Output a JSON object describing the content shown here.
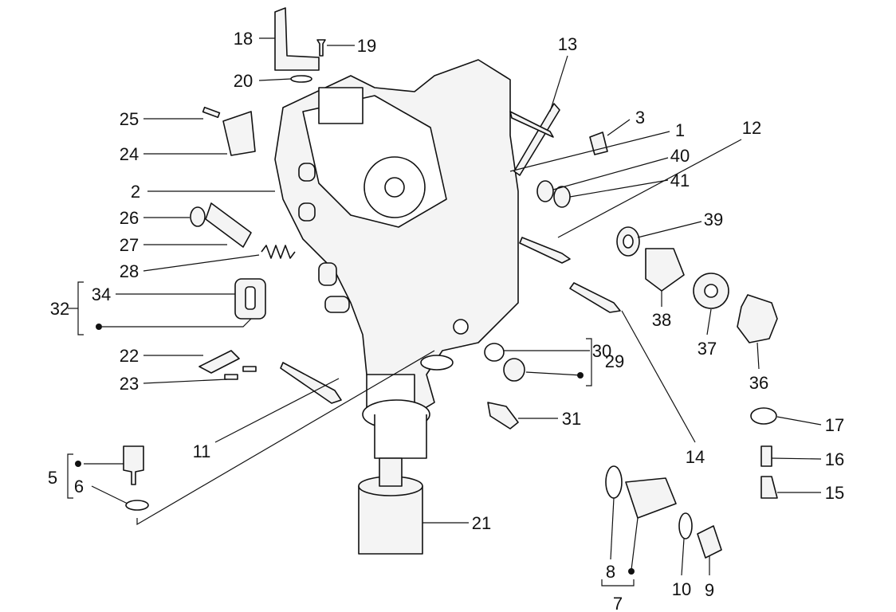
{
  "diagram": {
    "type": "exploded-parts-diagram",
    "callouts": [
      "1",
      "2",
      "3",
      "5",
      "6",
      "7",
      "8",
      "9",
      "10",
      "11",
      "12",
      "13",
      "14",
      "15",
      "16",
      "17",
      "18",
      "19",
      "20",
      "21",
      "22",
      "23",
      "24",
      "25",
      "26",
      "27",
      "28",
      "29",
      "30",
      "31",
      "32",
      "34",
      "36",
      "37",
      "38",
      "39",
      "40",
      "41"
    ],
    "kit_marker_symbol": "●",
    "colors": {
      "line": "#111111",
      "background": "#ffffff",
      "part_fill": "#f4f4f4"
    }
  }
}
